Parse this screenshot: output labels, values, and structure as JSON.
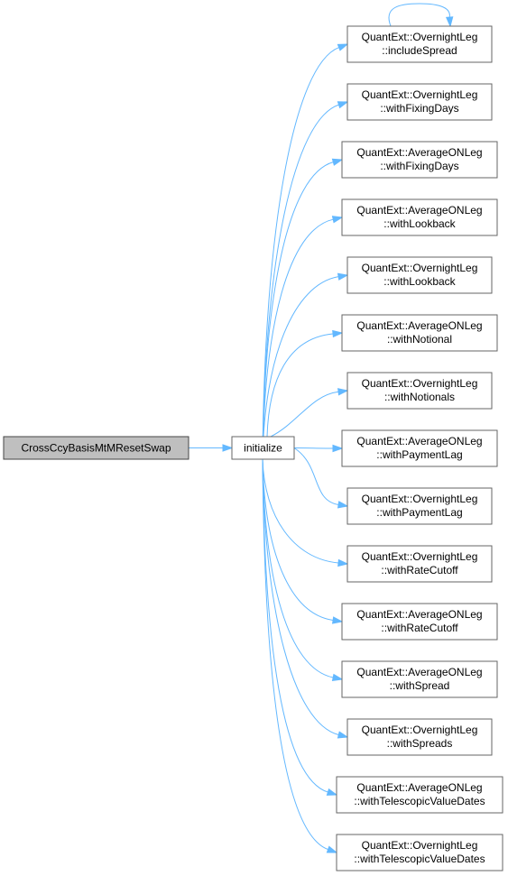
{
  "colors": {
    "edge": "#63b8ff",
    "root_fill": "#bfbfbf",
    "node_border": "#666666"
  },
  "nodes": {
    "root": {
      "label": "CrossCcyBasisMtMResetSwap"
    },
    "initialize": {
      "label": "initialize"
    },
    "targets": [
      {
        "line1": "QuantExt::OvernightLeg",
        "line2": "::includeSpread"
      },
      {
        "line1": "QuantExt::OvernightLeg",
        "line2": "::withFixingDays"
      },
      {
        "line1": "QuantExt::AverageONLeg",
        "line2": "::withFixingDays"
      },
      {
        "line1": "QuantExt::AverageONLeg",
        "line2": "::withLookback"
      },
      {
        "line1": "QuantExt::OvernightLeg",
        "line2": "::withLookback"
      },
      {
        "line1": "QuantExt::AverageONLeg",
        "line2": "::withNotional"
      },
      {
        "line1": "QuantExt::OvernightLeg",
        "line2": "::withNotionals"
      },
      {
        "line1": "QuantExt::AverageONLeg",
        "line2": "::withPaymentLag"
      },
      {
        "line1": "QuantExt::OvernightLeg",
        "line2": "::withPaymentLag"
      },
      {
        "line1": "QuantExt::OvernightLeg",
        "line2": "::withRateCutoff"
      },
      {
        "line1": "QuantExt::AverageONLeg",
        "line2": "::withRateCutoff"
      },
      {
        "line1": "QuantExt::AverageONLeg",
        "line2": "::withSpread"
      },
      {
        "line1": "QuantExt::OvernightLeg",
        "line2": "::withSpreads"
      },
      {
        "line1": "QuantExt::AverageONLeg",
        "line2": "::withTelescopicValueDates"
      },
      {
        "line1": "QuantExt::OvernightLeg",
        "line2": "::withTelescopicValueDates"
      }
    ]
  },
  "edges": [
    {
      "from": "root",
      "to": "initialize"
    },
    {
      "from": "initialize",
      "to": "target-0"
    },
    {
      "from": "initialize",
      "to": "target-1"
    },
    {
      "from": "initialize",
      "to": "target-2"
    },
    {
      "from": "initialize",
      "to": "target-3"
    },
    {
      "from": "initialize",
      "to": "target-4"
    },
    {
      "from": "initialize",
      "to": "target-5"
    },
    {
      "from": "initialize",
      "to": "target-6"
    },
    {
      "from": "initialize",
      "to": "target-7"
    },
    {
      "from": "initialize",
      "to": "target-8"
    },
    {
      "from": "initialize",
      "to": "target-9"
    },
    {
      "from": "initialize",
      "to": "target-10"
    },
    {
      "from": "initialize",
      "to": "target-11"
    },
    {
      "from": "initialize",
      "to": "target-12"
    },
    {
      "from": "initialize",
      "to": "target-13"
    },
    {
      "from": "initialize",
      "to": "target-14"
    },
    {
      "from": "target-0",
      "to": "target-0"
    }
  ]
}
